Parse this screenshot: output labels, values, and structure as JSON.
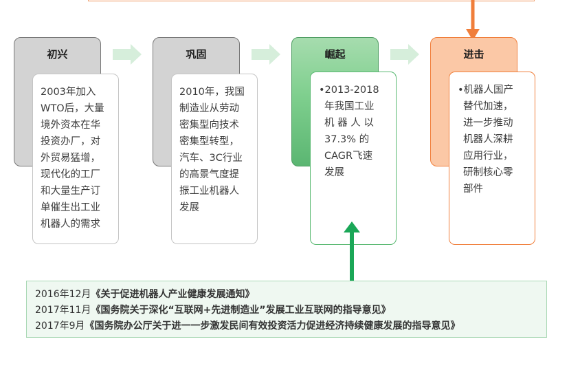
{
  "stages": [
    {
      "title": "初兴",
      "lines": [
        "2003年加入",
        "WTO后，大量",
        "境外资本在华",
        "投资办厂，对",
        "外贸易猛增，",
        "现代化的工厂",
        "和大量生产订",
        "单催生出工业",
        "机器人的需求"
      ]
    },
    {
      "title": "巩固",
      "lines": [
        "2010年，我国",
        "制造业从劳动",
        "密集型向技术",
        "密集型转型，",
        "汽车、3C行业",
        "的高景气度提",
        "振工业机器人",
        "发展"
      ]
    },
    {
      "title": "崛起",
      "lines": [
        "•2013-2018",
        "年我国工业",
        "机 器 人 以",
        "37.3% 的",
        "CAGR飞速",
        "发展"
      ]
    },
    {
      "title": "进击",
      "lines": [
        "•机器人国产",
        "替代加速，",
        "进一步推动",
        "机器人深耕",
        "应用行业，",
        "研制核心零",
        "部件"
      ]
    }
  ],
  "policies": [
    {
      "date": "2016年12月",
      "title": "《关于促进机器人产业健康发展通知》"
    },
    {
      "date": "2017年11月",
      "title": "《国务院关于深化“互联网+先进制造业”发展工业互联网的指导意见》"
    },
    {
      "date": "2017年9月",
      "title": "《国务院办公厅关于进一一步激发民间有效投资活力促进经济持续健康发展的指导意见》"
    }
  ],
  "colors": {
    "stage_gray": "#d3d3d3",
    "stage_green": "#7fcf8e",
    "stage_orange": "#fbc8a6",
    "accent_orange": "#f07e3a",
    "accent_green": "#1aa757",
    "chevron": "#d6eedb",
    "policy_bg": "#eff8f1"
  }
}
